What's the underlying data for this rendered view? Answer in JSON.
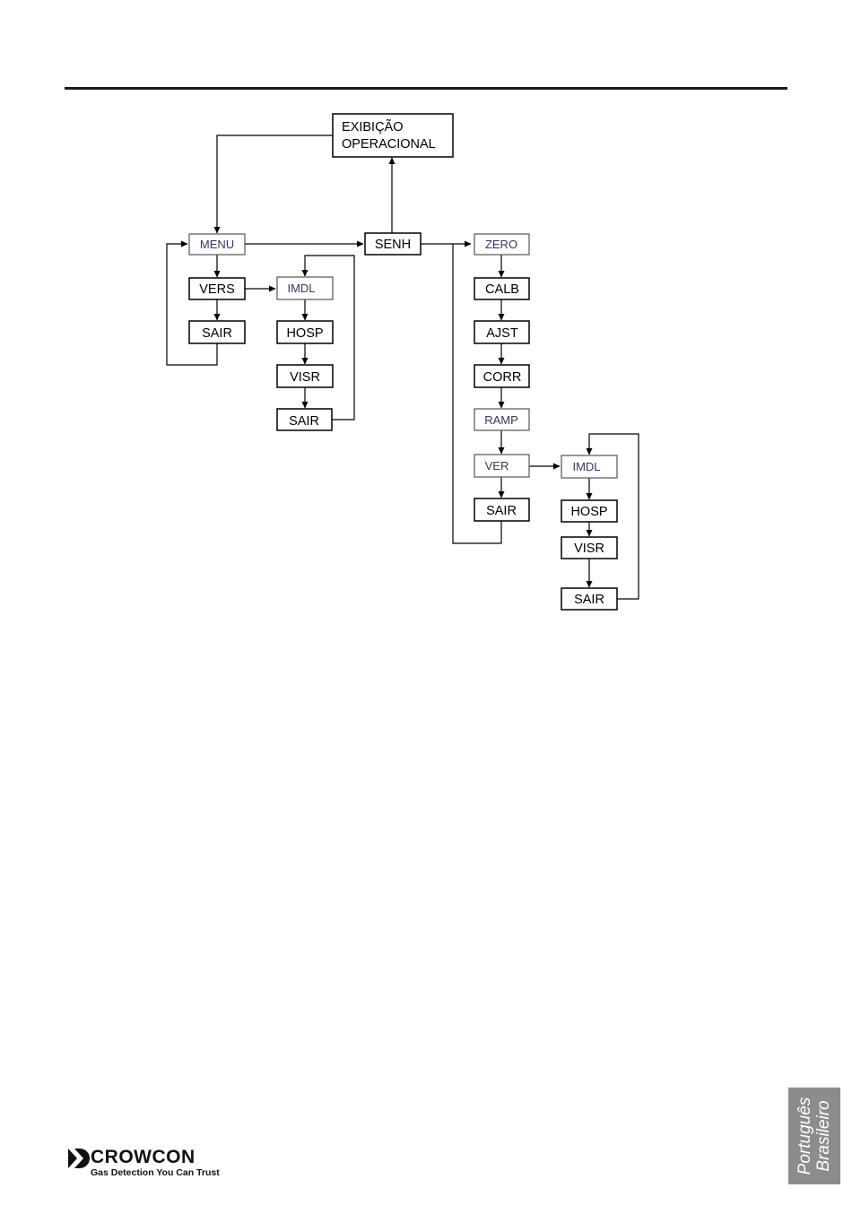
{
  "diagram": {
    "nodes": {
      "operational": {
        "line1": "EXIBIÇÃO",
        "line2": "OPERACIONAL"
      },
      "menu": "MENU",
      "vers": "VERS",
      "sair_menu": "SAIR",
      "imdl_1": "IMDL",
      "hosp_1": "HOSP",
      "visr_1": "VISR",
      "sair_1": "SAIR",
      "senh": "SENH",
      "zero": "ZERO",
      "calb": "CALB",
      "ajst": "AJST",
      "corr": "CORR",
      "ramp": "RAMP",
      "ver": "VER",
      "sair_senh": "SAIR",
      "imdl_2": "IMDL",
      "hosp_2": "HOSP",
      "visr_2": "VISR",
      "sair_2": "SAIR"
    }
  },
  "language_tab": {
    "line1": "Português",
    "line2": "Brasileiro"
  },
  "logo": {
    "name": "CROWCON",
    "tagline": "Gas Detection You Can Trust"
  }
}
